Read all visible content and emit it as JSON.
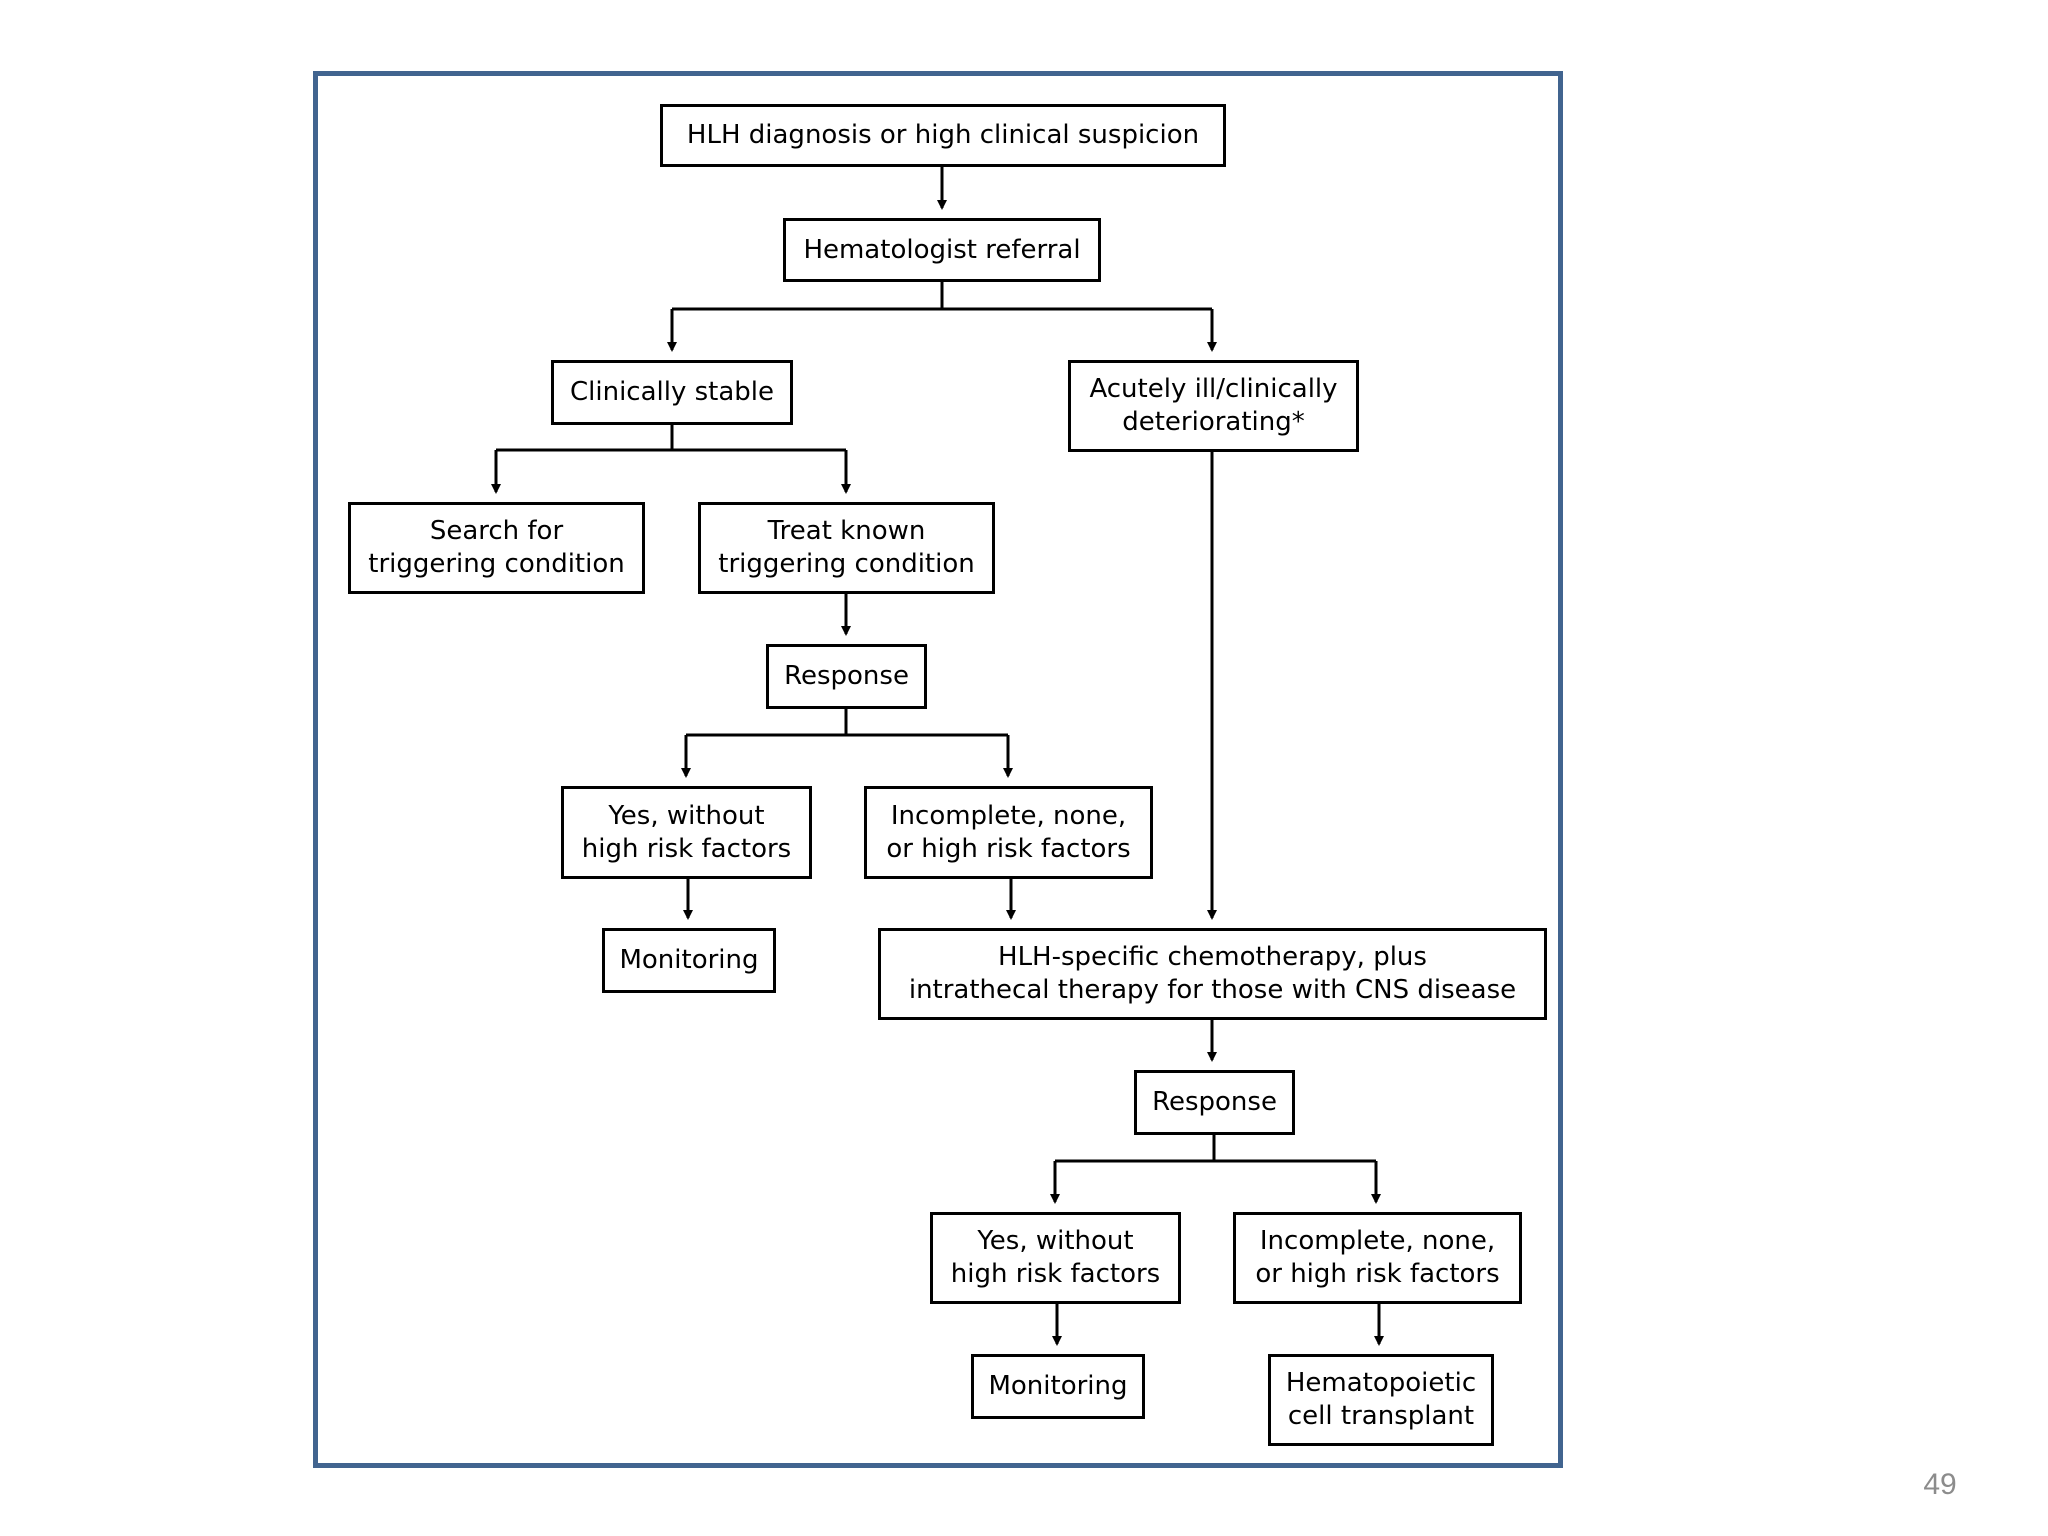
{
  "colors": {
    "frame_border": "#41648f",
    "node_border": "#000000",
    "connector": "#000000",
    "page_number": "#8c8c8c"
  },
  "flowchart": {
    "nodes": {
      "hlh_diagnosis": "HLH diagnosis or high clinical suspicion",
      "hematologist_referral": "Hematologist referral",
      "clinically_stable": "Clinically stable",
      "acutely_ill": "Acutely ill/clinically\ndeteriorating*",
      "search_trigger": "Search for\ntriggering condition",
      "treat_trigger": "Treat known\ntriggering condition",
      "response_1": "Response",
      "yes_1": "Yes, without\nhigh risk factors",
      "incomplete_1": "Incomplete, none,\nor high risk factors",
      "monitoring_1": "Monitoring",
      "hlh_chemo": "HLH-specific chemotherapy, plus\nintrathecal therapy for those with CNS disease",
      "response_2": "Response",
      "yes_2": "Yes, without\nhigh risk factors",
      "incomplete_2": "Incomplete, none,\nor high risk factors",
      "monitoring_2": "Monitoring",
      "transplant": "Hematopoietic\ncell transplant"
    }
  },
  "page_number": "49"
}
